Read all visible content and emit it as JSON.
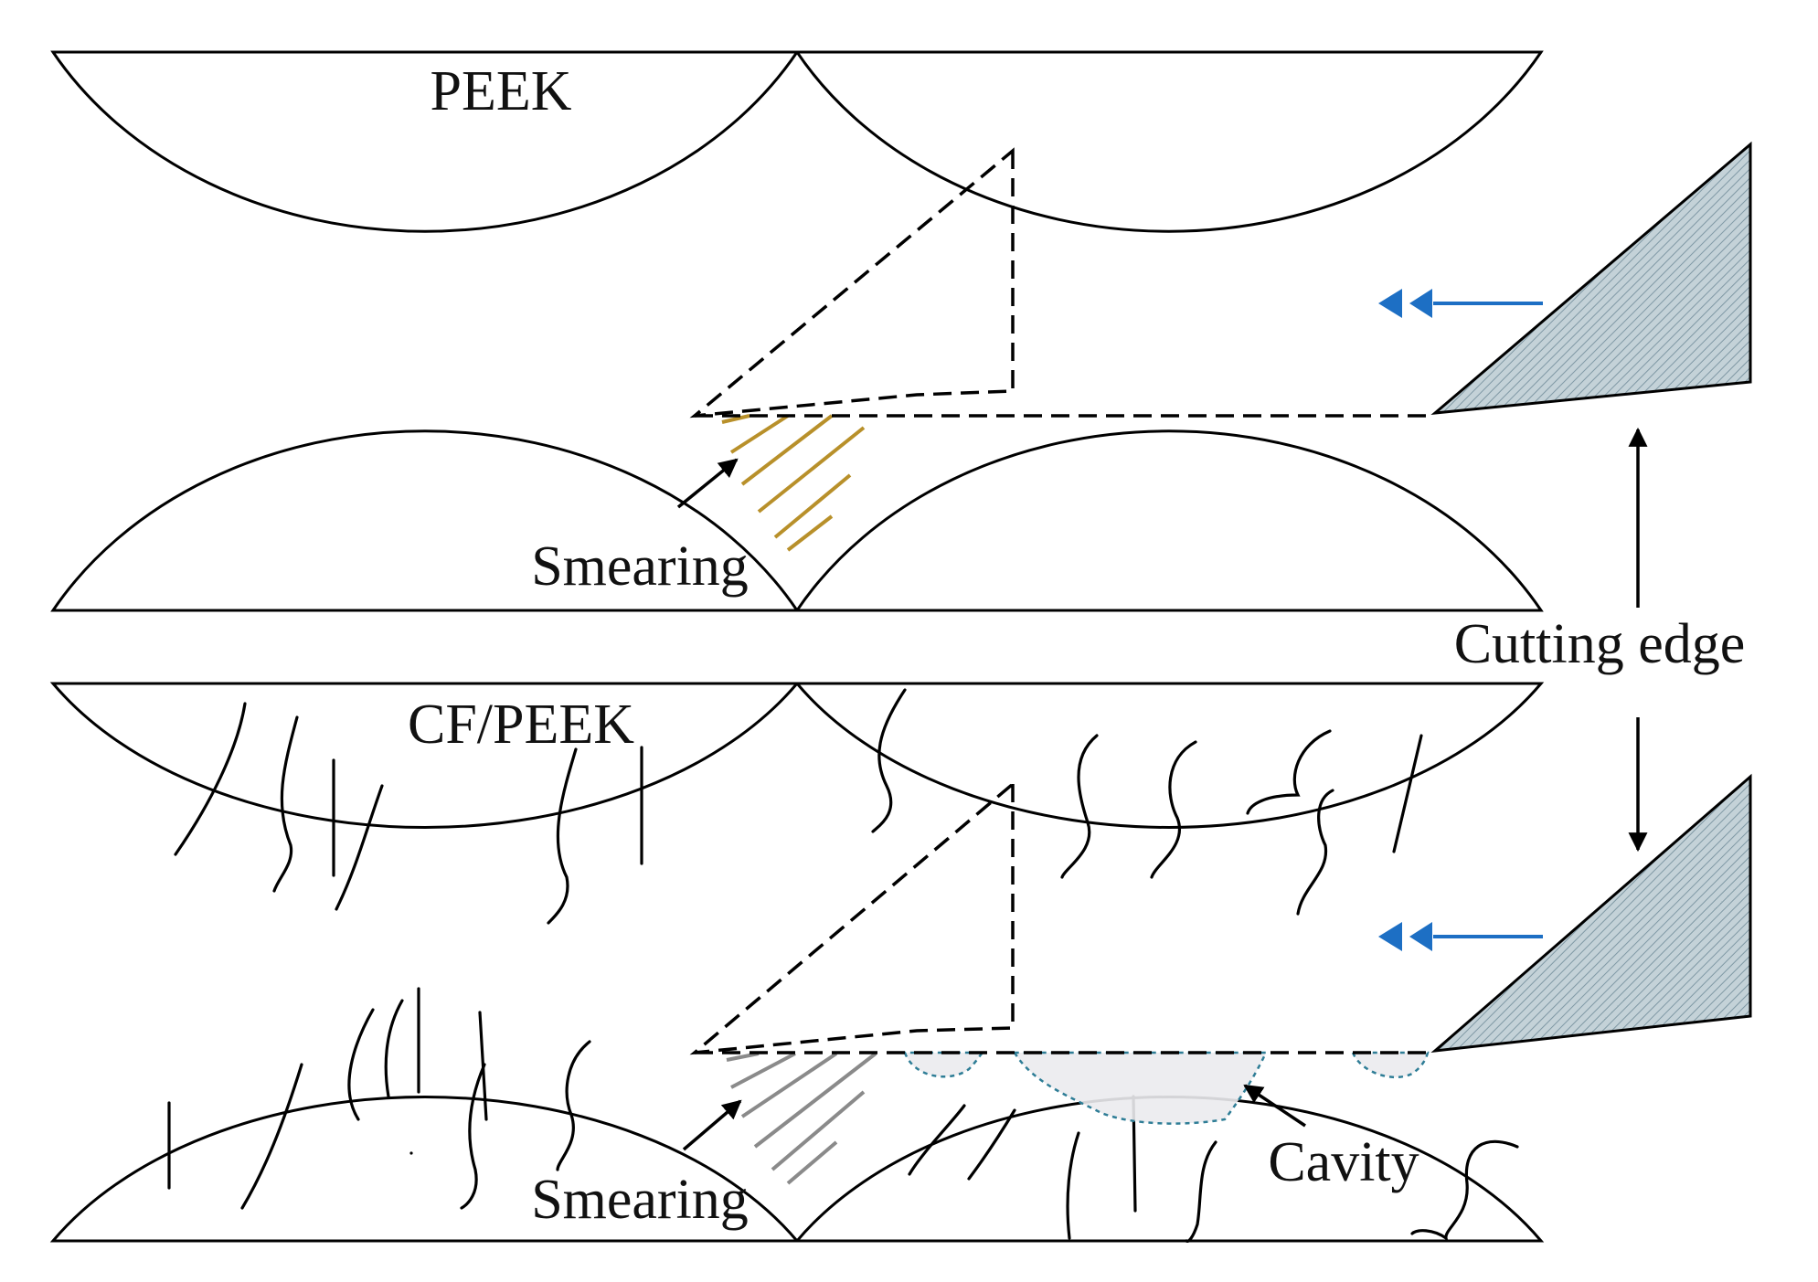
{
  "panels": {
    "peek": {
      "label": "PEEK",
      "annotation": "Smearing"
    },
    "cfpeek": {
      "label": "CF/PEEK",
      "annotation_smearing": "Smearing",
      "annotation_cavity": "Cavity"
    }
  },
  "cutting_edge_label": "Cutting edge",
  "colors": {
    "peek_fill_center": "#fcd96a",
    "peek_fill_edge": "#faf3ef",
    "cf_fill_center": "#c8c8c8",
    "cf_fill_edge": "#f5f1ef",
    "tool_fill": "#c4d2d8",
    "tool_hatch": "#7f98a4",
    "feed_arrow": "#1d6fc4",
    "smear_peek": "#b8902a",
    "smear_cf": "#8a8a8a",
    "cavity_outline": "#2e7d96"
  },
  "icons": {
    "feed_arrow": "double-chevron-left-arrow-icon",
    "cutting_edge_arrow": "vertical-double-arrow-icon"
  }
}
